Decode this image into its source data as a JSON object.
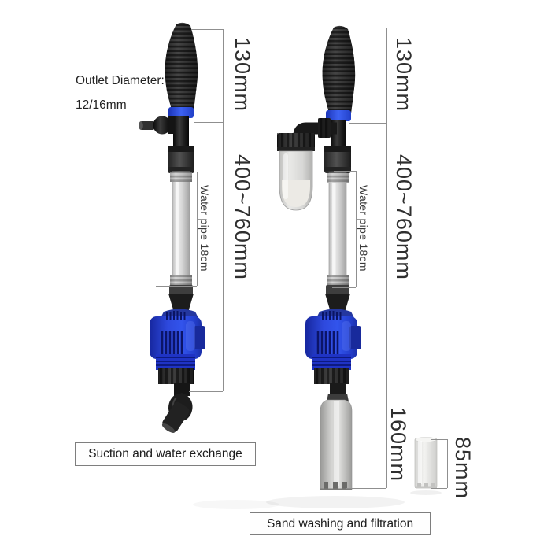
{
  "outlet": {
    "line1": "Outlet Diameter:",
    "line2": "12/16mm"
  },
  "left": {
    "dim_top": "130mm",
    "dim_middle": "400~760mm",
    "pipe_label": "Water pipe 18cm",
    "caption": "Suction and water exchange"
  },
  "right": {
    "dim_top": "130mm",
    "dim_middle": "400~760mm",
    "pipe_label": "Water pipe 18cm",
    "dim_bottom": "160mm",
    "caption": "Sand washing and filtration"
  },
  "small_part": {
    "dim": "85mm"
  },
  "colors": {
    "accent_blue": "#2e49dd",
    "ring_blue": "#3558ee",
    "line_gray": "#8f8f8f",
    "dim_text": "#2f2f2f",
    "box_border": "#7e7e7e",
    "background": "#ffffff"
  }
}
